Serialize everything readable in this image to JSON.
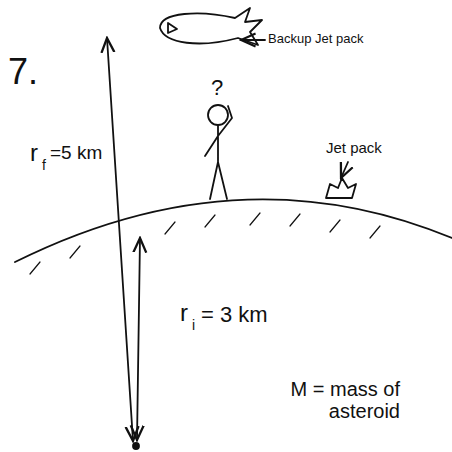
{
  "diagram": {
    "labels": [
      "7.",
      "Backup Jet pack",
      "?",
      "Jet pack",
      "r",
      "f",
      "=5 km",
      "r",
      "i",
      "= 3 km",
      "M = mass of asteroid"
    ]
  }
}
